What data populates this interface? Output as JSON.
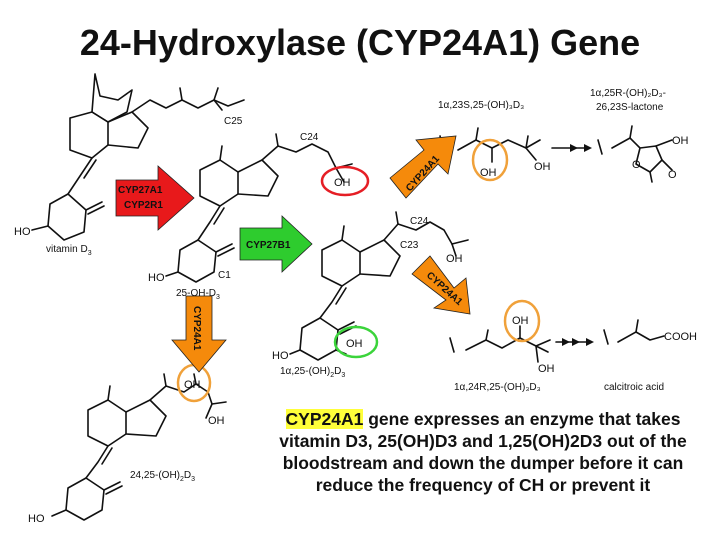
{
  "title": "24-Hydroxylase (CYP24A1) Gene",
  "caption": {
    "highlight": "CYP24A1",
    "rest_line1": " gene expresses an enzyme that takes",
    "line2": "vitamin D3, 25(OH)D3 and 1,25(OH)2D3 out of the",
    "line3": "bloodstream and  down the dumper before it can",
    "line4": "reduce the frequency of CH or prevent it"
  },
  "compounds": {
    "vitamin_d3": "vitamin D",
    "vitamin_d3_sub": "3",
    "oh25d3": "25-OH-D",
    "oh25d3_sub": "3",
    "dihydroxy": "1α,25-(OH)",
    "dihydroxy_sub1": "2",
    "dihydroxy_d": "D",
    "dihydroxy_sub2": "3",
    "c24_25": "24,25-(OH)",
    "c24_25_sub1": "2",
    "c24_25_d": "D",
    "c24_25_sub2": "3",
    "triol_23s": "1α,23S,25-(OH)₃D₃",
    "lactone_line1": "1α,25R-(OH)₂D₃-",
    "lactone_line2": "26,23S-lactone",
    "triol_24r": "1α,24R,25-(OH)₃D₃",
    "calcitroic": "calcitroic acid"
  },
  "atom_labels": {
    "c25": "C25",
    "c24": "C24",
    "c23": "C23",
    "c1": "C1",
    "ho": "HO",
    "oh": "OH",
    "cooh": "COOH",
    "o": "O"
  },
  "enzymes": {
    "cyp27a1": "CYP27A1",
    "cyp2r1": "CYP2R1",
    "cyp27b1": "CYP27B1",
    "cyp24a1": "CYP24A1"
  },
  "colors": {
    "red_arrow": "#e8191b",
    "green_arrow": "#2ecc2e",
    "orange_arrow": "#f58a0b",
    "circle_red": "#e51e25",
    "circle_orange": "#f0a13a",
    "circle_green": "#3bd43b",
    "highlight": "#ffff3a"
  }
}
